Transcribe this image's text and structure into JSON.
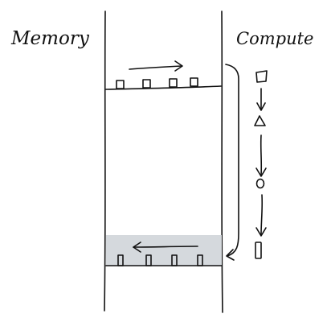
{
  "labels": {
    "memory": "Memory",
    "compute": "Compute"
  },
  "colors": {
    "ink": "#111111",
    "writeback_band": "#d5d9dd",
    "background": "#ffffff"
  },
  "pipeline_shapes": [
    "square-icon",
    "triangle-icon",
    "circle-icon",
    "bar-icon"
  ],
  "memory_rows": {
    "top_row_cells": 4,
    "bottom_row_cells": 4
  }
}
